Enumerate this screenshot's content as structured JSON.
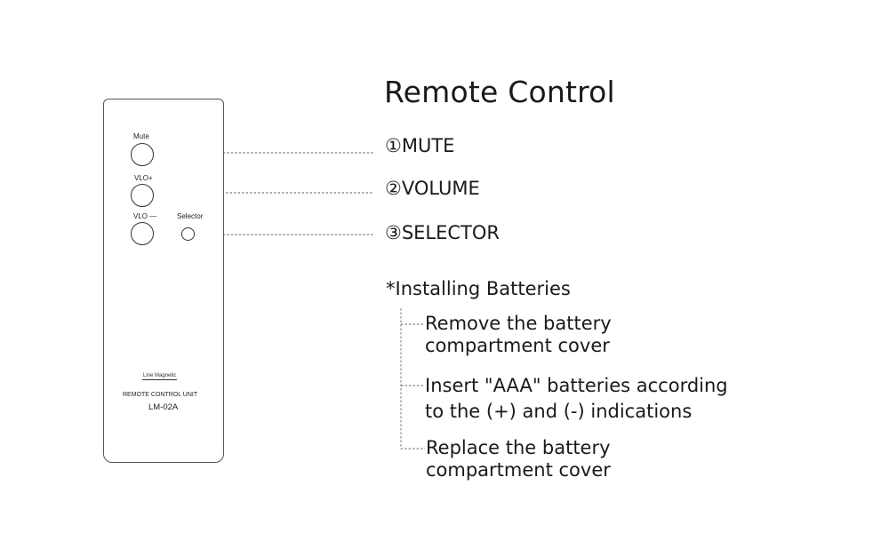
{
  "title": "Remote Control",
  "remote": {
    "mute_label": "Mute",
    "vol_up_label": "VLO+",
    "vol_down_label": "VLO —",
    "selector_label": "Selector",
    "brand": "Line Magnetic",
    "unit_name": "REMOTE CONTROL UNIT",
    "model": "LM-02A"
  },
  "callouts": {
    "mute": "①MUTE",
    "volume": "②VOLUME",
    "selector": "③SELECTOR"
  },
  "batteries": {
    "heading": "*Installing Batteries",
    "steps": [
      {
        "line1": "Remove the battery",
        "line2": "compartment cover"
      },
      {
        "line1": "Insert \"AAA\" batteries according",
        "line2": "to the (+) and (-) indications"
      },
      {
        "line1": "Replace the battery",
        "line2": "compartment cover"
      }
    ]
  }
}
